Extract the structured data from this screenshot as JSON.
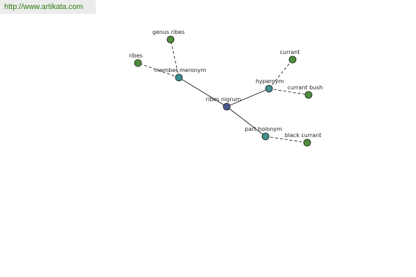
{
  "banner": {
    "url_text": "http://www.artikata.com"
  },
  "colors": {
    "center_node": "#4a5a8e",
    "relation_node": "#3f8f8f",
    "leaf_node": "#4e8e3c",
    "edge": "#000000"
  },
  "graph": {
    "center": {
      "id": "ribes_nigrum",
      "label": "ribes nigrum"
    },
    "relations": [
      {
        "id": "member_meronym",
        "label": "member meronym",
        "leaves": [
          {
            "id": "genus_ribes",
            "label": "genus ribes"
          },
          {
            "id": "ribes",
            "label": "ribes"
          }
        ]
      },
      {
        "id": "hypernym",
        "label": "hypernym",
        "leaves": [
          {
            "id": "currant",
            "label": "currant"
          },
          {
            "id": "currant_bush",
            "label": "currant bush"
          }
        ]
      },
      {
        "id": "part_holonym",
        "label": "part holonym",
        "leaves": [
          {
            "id": "black_currant",
            "label": "black currant"
          }
        ]
      }
    ]
  }
}
